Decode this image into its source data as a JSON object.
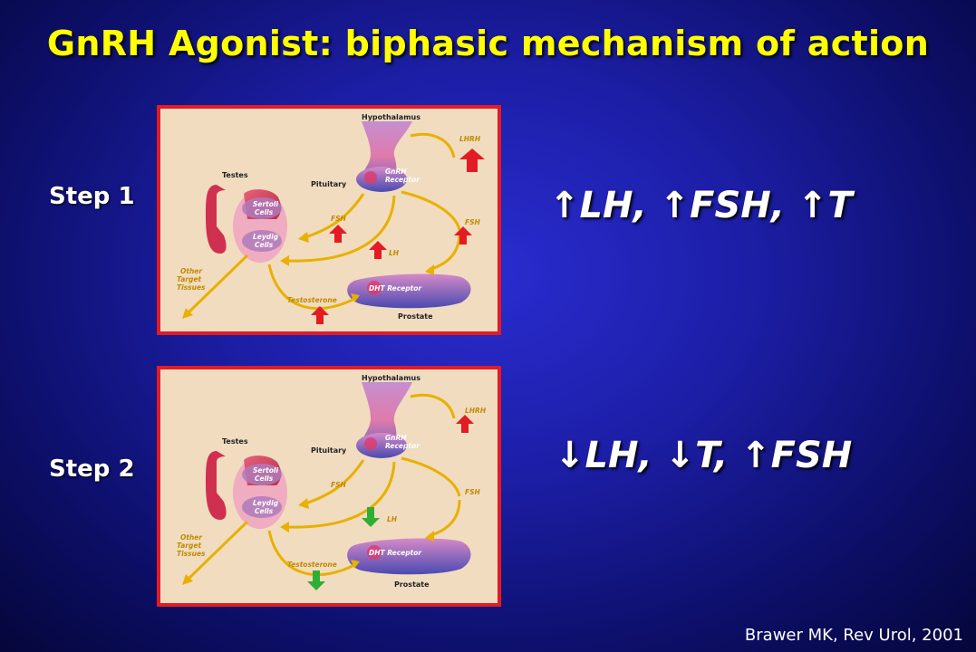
{
  "slide": {
    "title": "GnRH Agonist: biphasic mechanism of action",
    "citation": "Brawer MK, Rev Urol, 2001",
    "colors": {
      "title": "#ffff00",
      "border": "#e31b23",
      "up_arrow": "#e31b23",
      "down_arrow": "#2fae36",
      "flow_arrow": "#e8b000"
    }
  },
  "steps": [
    {
      "label": "Step 1",
      "effect": "↑LH, ↑FSH, ↑T"
    },
    {
      "label": "Step 2",
      "effect": "↓LH, ↓T, ↑FSH"
    }
  ],
  "diagram": {
    "hypothalamus": "Hypothalamus",
    "pituitary": "Pituitary",
    "gnrh_receptor_line1": "GnRH",
    "gnrh_receptor_line2": "Receptor",
    "testes": "Testes",
    "sertoli_line1": "Sertoli",
    "sertoli_line2": "Cells",
    "leydig_line1": "Leydig",
    "leydig_line2": "Cells",
    "other_line1": "Other",
    "other_line2": "Target",
    "other_line3": "Tissues",
    "lhrh": "LHRH",
    "fsh": "FSH",
    "lh": "LH",
    "testosterone": "Testosterone",
    "dht_receptor": "DHT Receptor",
    "prostate": "Prostate"
  }
}
